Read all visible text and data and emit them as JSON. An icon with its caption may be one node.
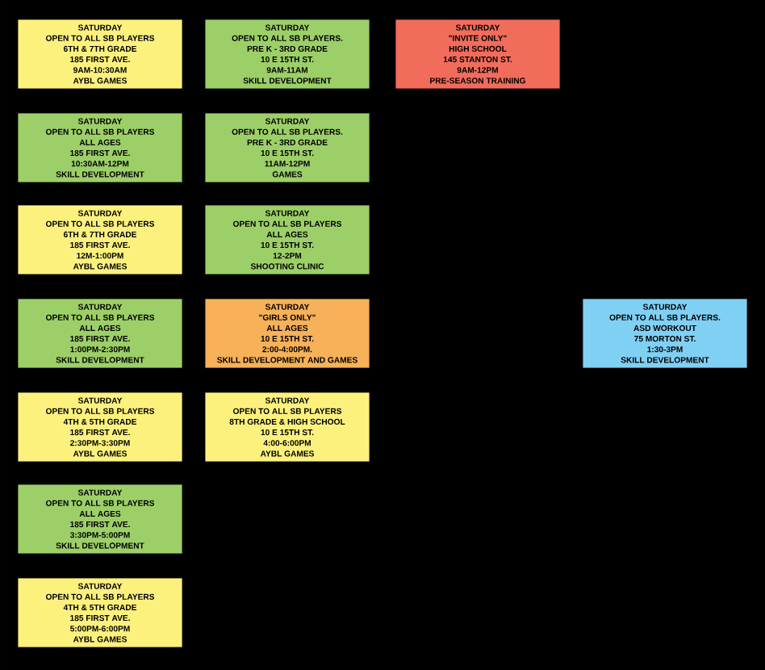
{
  "diagram": {
    "nodes": [
      {
        "text": [
          "SATURDAY",
          "OPEN TO ALL SB PLAYERS",
          "6TH & 7TH GRADE",
          "185 FIRST AVE.",
          "9AM-10:30AM",
          "AYBL GAMES"
        ]
      },
      {
        "text": [
          "SATURDAY",
          "OPEN TO ALL SB PLAYERS.",
          "PRE K - 3RD GRADE",
          "10 E 15TH ST.",
          "9AM-11AM",
          "SKILL DEVELOPMENT"
        ]
      },
      {
        "text": [
          "SATURDAY",
          "\"INVITE ONLY\"",
          "HIGH SCHOOL",
          "145 STANTON ST.",
          "9AM-12PM",
          "PRE-SEASON TRAINING"
        ]
      },
      {
        "text": [
          "SATURDAY",
          "OPEN TO ALL SB PLAYERS",
          "ALL AGES",
          "185 FIRST AVE.",
          "10:30AM-12PM",
          "SKILL DEVELOPMENT"
        ]
      },
      {
        "text": [
          "SATURDAY",
          "OPEN TO ALL SB PLAYERS.",
          "PRE K - 3RD GRADE",
          "10 E 15TH ST.",
          "11AM-12PM",
          "GAMES"
        ]
      },
      {
        "text": [
          "SATURDAY",
          "OPEN TO ALL SB PLAYERS",
          "6TH & 7TH GRADE",
          "185 FIRST AVE.",
          "12M-1:00PM",
          "AYBL GAMES"
        ]
      },
      {
        "text": [
          "SATURDAY",
          "OPEN TO ALL SB PLAYERS",
          "ALL AGES",
          "10 E 15TH ST.",
          "12-2PM",
          "SHOOTING CLINIC"
        ]
      },
      {
        "text": [
          "SATURDAY",
          "OPEN TO ALL SB PLAYERS",
          "ALL AGES",
          "185 FIRST AVE.",
          "1:00PM-2:30PM",
          "SKILL DEVELOPMENT"
        ]
      },
      {
        "text": [
          "SATURDAY",
          "\"GIRLS ONLY\"",
          "ALL AGES",
          "10 E 15TH ST.",
          "2:00-4:00PM.",
          "SKILL DEVELOPMENT AND GAMES"
        ]
      },
      {
        "text": [
          "SATURDAY",
          "OPEN TO ALL SB PLAYERS.",
          "ASD WORKOUT",
          "75 MORTON ST.",
          "1:30-3PM",
          "SKILL DEVELOPMENT"
        ]
      },
      {
        "text": [
          "SATURDAY",
          "OPEN TO ALL SB PLAYERS",
          "4TH & 5TH GRADE",
          "185 FIRST AVE.",
          "2:30PM-3:30PM",
          "AYBL GAMES"
        ]
      },
      {
        "text": [
          "SATURDAY",
          "OPEN TO ALL SB PLAYERS",
          "8TH GRADE & HIGH SCHOOL",
          "10 E 15TH ST.",
          "4:00-6:00PM",
          "AYBL GAMES"
        ]
      },
      {
        "text": [
          "SATURDAY",
          "OPEN TO ALL SB PLAYERS",
          "ALL AGES",
          "185 FIRST AVE.",
          "3:30PM-5:00PM",
          "SKILL DEVELOPMENT"
        ]
      },
      {
        "text": [
          "SATURDAY",
          "OPEN TO ALL SB PLAYERS",
          "4TH & 5TH GRADE",
          "185 FIRST AVE.",
          "5:00PM-6:00PM",
          "AYBL GAMES"
        ]
      }
    ]
  }
}
